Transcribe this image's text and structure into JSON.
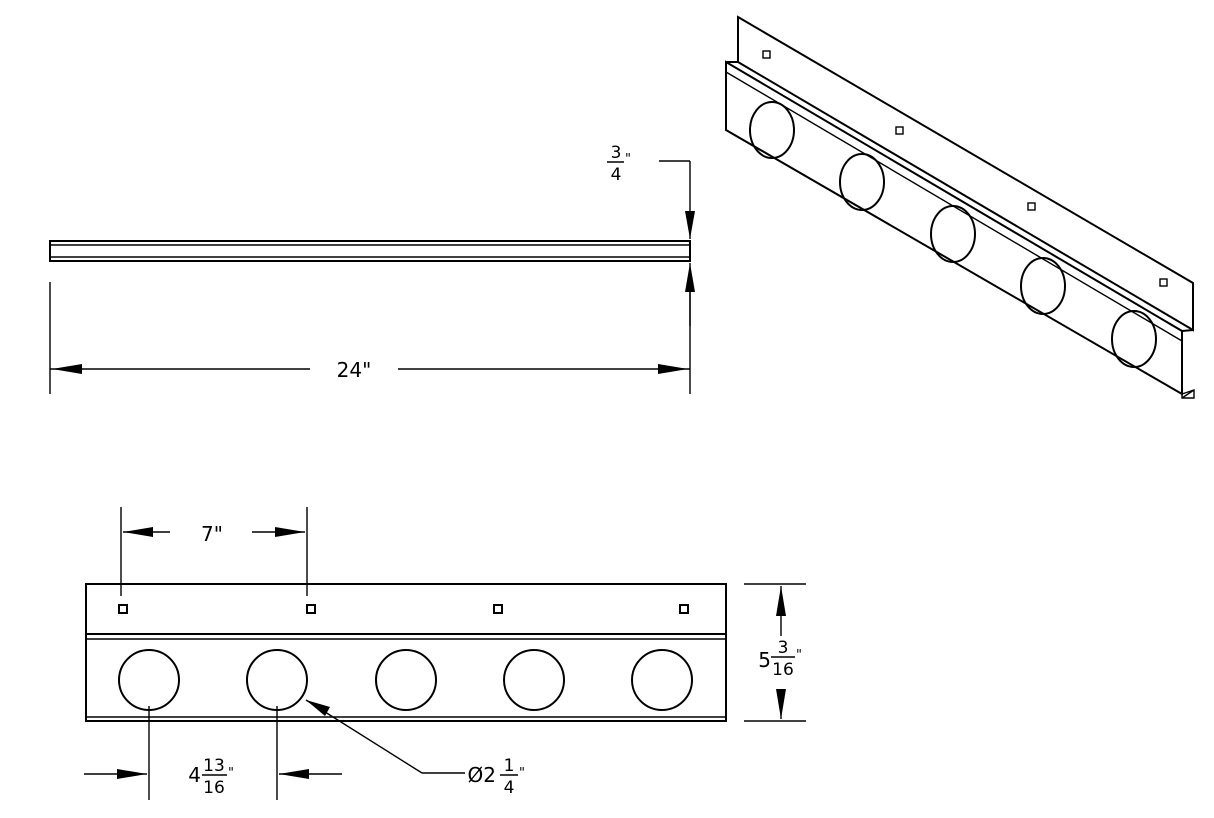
{
  "side_view": {
    "length": "24\"",
    "height_num": "3",
    "height_den": "4",
    "inch_mark": "\""
  },
  "front_view": {
    "square_spacing": "7\"",
    "hole_spacing_whole": "4",
    "hole_spacing_num": "13",
    "hole_spacing_den": "16",
    "overall_height_whole": "5",
    "overall_height_num": "3",
    "overall_height_den": "16",
    "hole_diameter_prefix": "Ø2",
    "hole_diameter_num": "1",
    "hole_diameter_den": "4",
    "inch_mark": "\""
  }
}
